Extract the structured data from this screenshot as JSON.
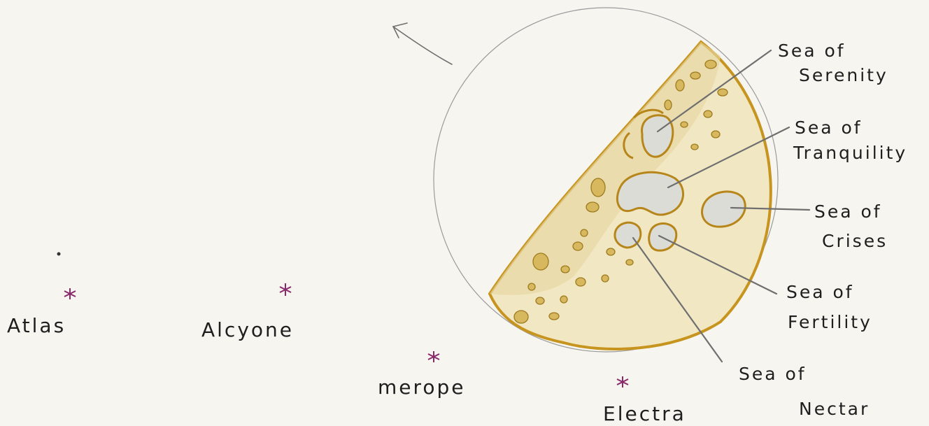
{
  "stars": [
    {
      "name": "Atlas"
    },
    {
      "name": "Alcyone"
    },
    {
      "name": "merope"
    },
    {
      "name": "Electra"
    }
  ],
  "maria": [
    {
      "line1": "Sea of",
      "line2": "Serenity"
    },
    {
      "line1": "Sea of",
      "line2": "Tranquility"
    },
    {
      "line1": "Sea of",
      "line2": "Crises"
    },
    {
      "line1": "Sea of",
      "line2": "Fertility"
    },
    {
      "line1": "Sea of",
      "line2": "Nectar"
    }
  ],
  "colors": {
    "paper": "#f6f5f0",
    "moon_fill": "#f1e7c2",
    "moon_outline": "#c7951f",
    "star": "#8a2a6a",
    "pencil": "#6f6f6f"
  },
  "icons": [
    "direction-arrow-icon",
    "star-icon"
  ]
}
